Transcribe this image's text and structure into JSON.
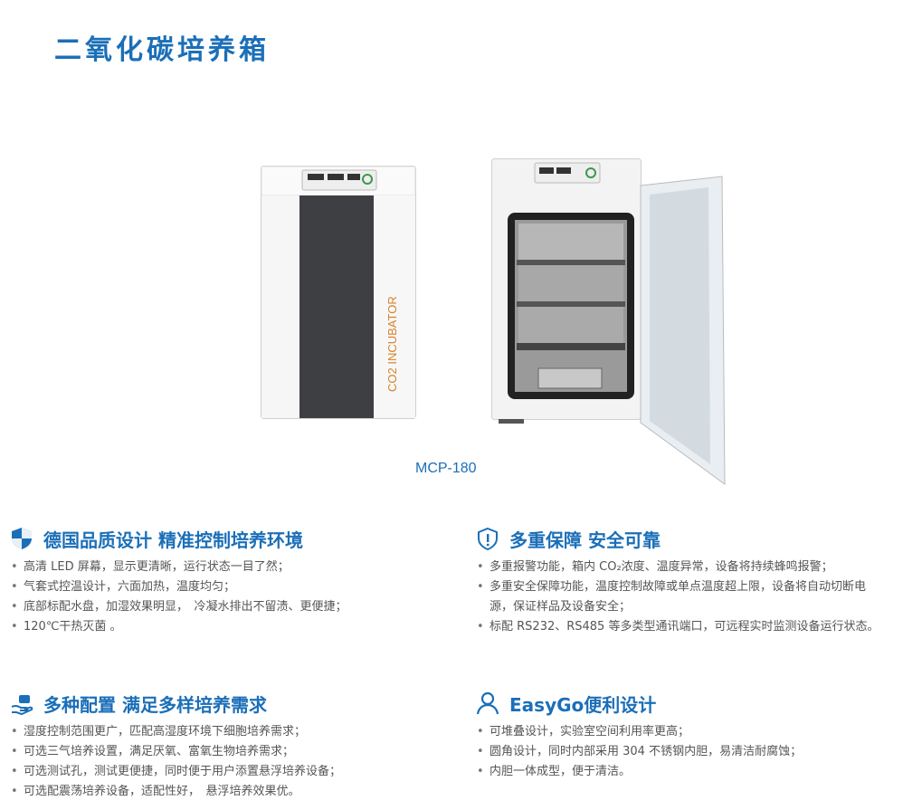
{
  "page_title": "二氧化碳培养箱",
  "model_label": "MCP-180",
  "device_label": "CO2 INCUBATOR",
  "sections": [
    {
      "title": "德国品质设计 精准控制培养环境",
      "icon": "shield-icon",
      "items": [
        "高清 LED 屏幕，显示更清晰，运行状态一目了然；",
        "气套式控温设计，六面加热，温度均匀；",
        "底部标配水盘，加湿效果明显，　冷凝水排出不留渍、更便捷；",
        "120℃干热灭菌 。"
      ]
    },
    {
      "title": "多重保障 安全可靠",
      "icon": "warning-shield-icon",
      "items": [
        "多重报警功能，箱内 CO₂浓度、温度异常，设备将持续蜂鸣报警；",
        "多重安全保障功能，温度控制故障或单点温度超上限，设备将自动切断电源，保证样品及设备安全；",
        "标配 RS232、RS485 等多类型通讯端口，可远程实时监测设备运行状态。"
      ]
    },
    {
      "title": "多种配置 满足多样培养需求",
      "icon": "hand-care-icon",
      "items": [
        "湿度控制范围更广，匹配高湿度环境下细胞培养需求；",
        "可选三气培养设置，满足厌氧、富氧生物培养需求；",
        "可选测试孔，测试更便捷，同时便于用户添置悬浮培养设备；",
        "可选配震荡培养设备，适配性好，　悬浮培养效果优。"
      ]
    },
    {
      "title": "EasyGo便利设计",
      "icon": "user-icon",
      "items": [
        "可堆叠设计，实验室空间利用率更高；",
        "圆角设计，同时内部采用 304 不锈钢内胆，易清洁耐腐蚀；",
        "内胆一体成型，便于清洁。"
      ]
    }
  ]
}
